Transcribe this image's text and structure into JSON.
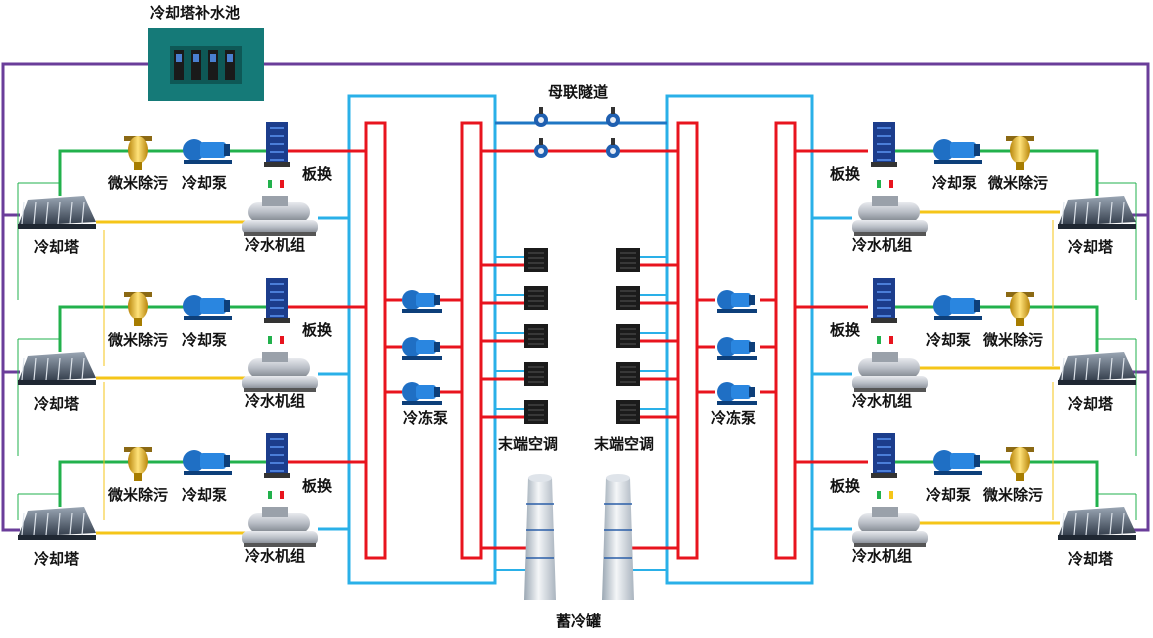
{
  "colors": {
    "purple": "#6a3d9a",
    "green": "#22b14c",
    "yellow": "#f5c518",
    "red": "#e8141e",
    "blue": "#2ab0e8",
    "darkblue": "#1f77c4",
    "teal": "#157a78"
  },
  "labels": {
    "pool": "冷却塔补水池",
    "tunnel": "母联隧道",
    "cooling_tower": "冷却塔",
    "micron_filter": "微米除污",
    "cooling_pump": "冷却泵",
    "plate_hx": "板换",
    "chiller": "冷水机组",
    "chilled_pump": "冷冻泵",
    "terminal_ac": "末端空调",
    "storage_tank": "蓄冷罐"
  }
}
